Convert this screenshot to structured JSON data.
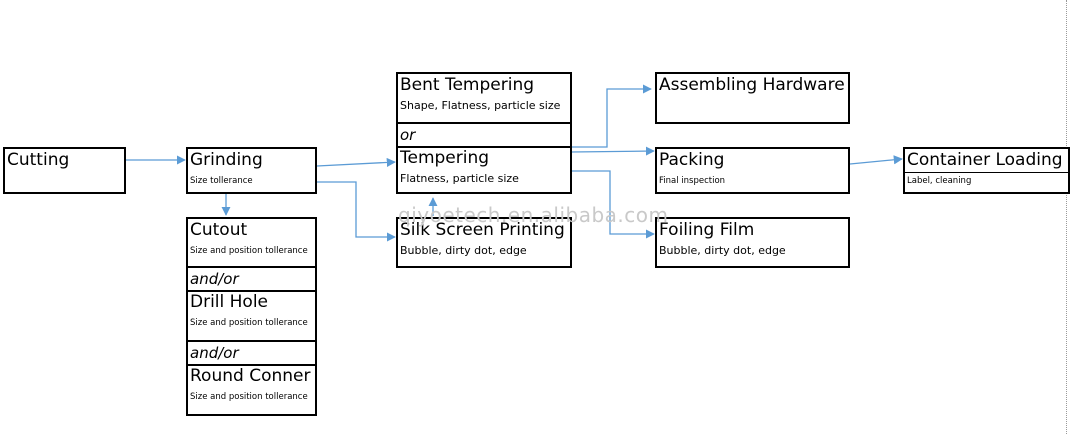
{
  "nodes": {
    "cutting": {
      "title": "Cutting"
    },
    "grinding": {
      "title": "Grinding",
      "sub": "Size tollerance"
    },
    "cutout": {
      "title": "Cutout",
      "sub": "Size and position tollerance"
    },
    "and_or_1": "and/or",
    "drill_hole": {
      "title": "Drill Hole",
      "sub": "Size and position tollerance"
    },
    "and_or_2": "and/or",
    "round_conner": {
      "title": "Round Conner",
      "sub": "Size and position tollerance"
    },
    "bent_tempering": {
      "title": "Bent Tempering",
      "sub": "Shape, Flatness, particle size"
    },
    "or": "or",
    "tempering": {
      "title": "Tempering",
      "sub": "Flatness, particle size"
    },
    "silk_screen": {
      "title": "Silk Screen Printing",
      "sub": "Bubble, dirty dot, edge"
    },
    "assembling": {
      "title": "Assembling Hardware"
    },
    "packing": {
      "title": "Packing",
      "sub": "Final inspection"
    },
    "foiling": {
      "title": "Foiling Film",
      "sub": "Bubble, dirty dot, edge"
    },
    "container": {
      "title": "Container Loading",
      "sub": "Label, cleaning"
    }
  },
  "watermark": "qiyoetech.en.alibaba.com",
  "colors": {
    "arrow": "#5b9bd5",
    "border": "#000000"
  }
}
